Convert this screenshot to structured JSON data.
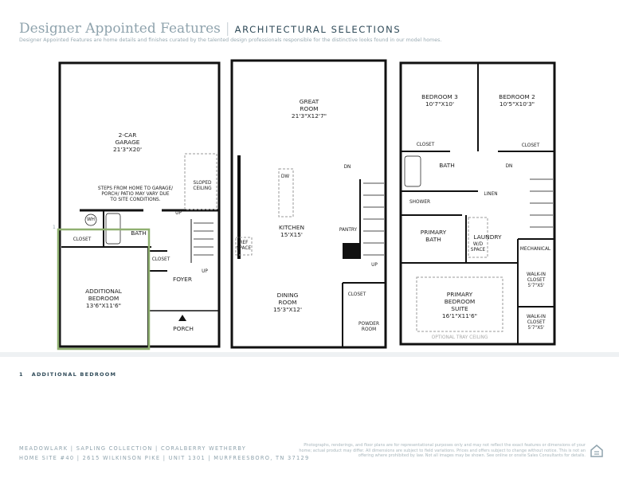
{
  "header": {
    "title": "Designer Appointed Features",
    "section": "ARCHITECTURAL SELECTIONS",
    "subtitle": "Designer Appointed Features are home details and finishes curated by the talented design professionals responsible for the distinctive looks found in our model homes."
  },
  "floor1": {
    "garage": {
      "name": "2-CAR",
      "name2": "GARAGE",
      "dims": "21'3\"X20'"
    },
    "steps_note": [
      "STEPS FROM HOME TO GARAGE/",
      "PORCH/ PATIO MAY VARY DUE",
      "TO SITE CONDITIONS."
    ],
    "sloped": [
      "SLOPED",
      "CEILING"
    ],
    "wh": "WH",
    "bath": "BATH",
    "closet1": "CLOSET",
    "closet2": "CLOSET",
    "up1": "UP",
    "up2": "UP",
    "bedroom": {
      "name": "ADDITIONAL",
      "name2": "BEDROOM",
      "dims": "13'6\"X11'6\""
    },
    "foyer": "FOYER",
    "porch": "PORCH",
    "marker": "1"
  },
  "floor2": {
    "great_room": {
      "name": "GREAT",
      "name2": "ROOM",
      "dims": "21'3\"X12'7\""
    },
    "kitchen": {
      "name": "KITCHEN",
      "dims": "15'X15'"
    },
    "dw": "DW",
    "ref": [
      "REF",
      "SPACE"
    ],
    "dn": "DN",
    "pantry": "PANTRY",
    "up": "UP",
    "dining": {
      "name": "DINING",
      "name2": "ROOM",
      "dims": "15'3\"X12'"
    },
    "closet": "CLOSET",
    "powder": [
      "POWDER",
      "ROOM"
    ]
  },
  "floor3": {
    "bed3": {
      "name": "BEDROOM 3",
      "dims": "10'7\"X10'"
    },
    "bed2": {
      "name": "BEDROOM 2",
      "dims": "10'5\"X10'3\""
    },
    "closet_a": "CLOSET",
    "closet_b": "CLOSET",
    "bath": "BATH",
    "dn": "DN",
    "shower": "SHOWER",
    "linen": "LINEN",
    "primary_bath": {
      "name": "PRIMARY",
      "name2": "BATH"
    },
    "laundry": "LAUNDRY",
    "wd": [
      "W/D",
      "SPACE"
    ],
    "mechanical": "MECHANICAL",
    "suite": {
      "name": "PRIMARY",
      "name2": "BEDROOM",
      "name3": "SUITE",
      "dims": "16'1\"X11'6\""
    },
    "tray": "OPTIONAL TRAY CEILING",
    "wic1": {
      "name": "WALK-IN",
      "name2": "CLOSET",
      "dims": "5'7\"X5'"
    },
    "wic2": {
      "name": "WALK-IN",
      "name2": "CLOSET",
      "dims": "5'7\"X5'"
    }
  },
  "notes": [
    {
      "num": "1",
      "label": "ADDITIONAL BEDROOM"
    }
  ],
  "footer": {
    "line1": "MEADOWLARK  |  SAPLING COLLECTION  |  CORALBERRY WETHERBY",
    "line2": "HOME SITE #40  |  2615 WILKINSON PIKE  |  UNIT 1301  |  MURFREESBORO, TN 37129",
    "disclaimer": "Photographs, renderings, and floor plans are for representational purposes only and may not reflect the exact features or dimensions of your home; actual product may differ. All dimensions are subject to field variations. Prices and offers subject to change without notice. This is not an offering where prohibited by law. Not all images may be shown. See online or onsite Sales Consultants for details."
  },
  "colors": {
    "title": "#8fa3ad",
    "accent": "#2f4a58",
    "highlight": "#8fb070"
  },
  "icons": [
    "equal-housing-icon",
    "stair-arrow-icon"
  ]
}
